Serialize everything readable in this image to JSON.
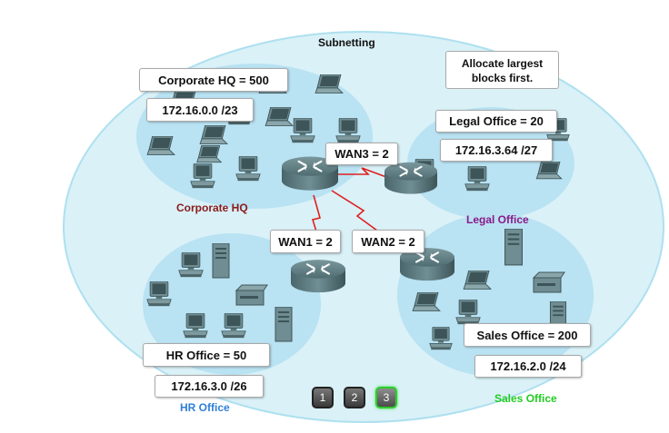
{
  "title": "Subnetting",
  "note": {
    "line1": "Allocate largest",
    "line2": "blocks first."
  },
  "corporate": {
    "count_label": "Corporate HQ = 500",
    "subnet": "172.16.0.0 /23",
    "name": "Corporate HQ",
    "color": "#8b1a1a"
  },
  "legal": {
    "count_label": "Legal Office = 20",
    "subnet": "172.16.3.64 /27",
    "name": "Legal Office",
    "color": "#8b1a8b"
  },
  "hr": {
    "count_label": "HR Office = 50",
    "subnet": "172.16.3.0 /26",
    "name": "HR Office",
    "color": "#2f7fd6"
  },
  "sales": {
    "count_label": "Sales Office = 200",
    "subnet": "172.16.2.0 /24",
    "name": "Sales Office",
    "color": "#22cc22"
  },
  "wan": {
    "wan1": "WAN1 = 2",
    "wan2": "WAN2 = 2",
    "wan3": "WAN3 = 2",
    "link_color": "#e02020"
  },
  "colors": {
    "outer_cloud": "#d9f1f7",
    "inner_cloud": "#b9e2f2"
  },
  "nav": [
    {
      "label": "1",
      "active": false
    },
    {
      "label": "2",
      "active": false
    },
    {
      "label": "3",
      "active": true
    }
  ]
}
